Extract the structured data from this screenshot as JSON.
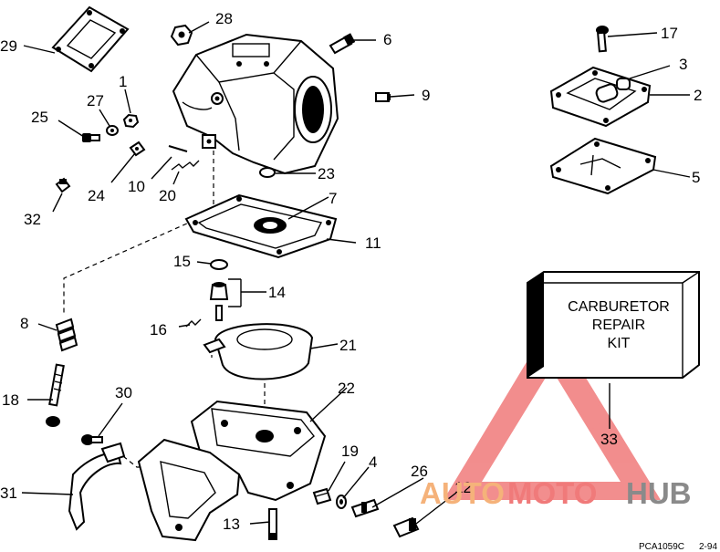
{
  "diagram": {
    "part_labels": {
      "p1": "1",
      "p2": "2",
      "p3": "3",
      "p4": "4",
      "p5": "5",
      "p6": "6",
      "p7": "7",
      "p8": "8",
      "p9": "9",
      "p10": "10",
      "p11": "11",
      "p12": "12",
      "p13": "13",
      "p14": "14",
      "p15": "15",
      "p16": "16",
      "p17": "17",
      "p18": "18",
      "p19": "19",
      "p20": "20",
      "p21": "21",
      "p22": "22",
      "p23": "23",
      "p24": "24",
      "p25": "25",
      "p26": "26",
      "p27": "27",
      "p28": "28",
      "p29": "29",
      "p30": "30",
      "p31": "31",
      "p32": "32",
      "p33": "33"
    },
    "kit_box": {
      "line1": "CARBURETOR",
      "line2": "REPAIR",
      "line3": "KIT"
    },
    "drawing_code": "PCA1059C",
    "drawing_date": "2-94"
  },
  "watermark": {
    "text_auto": "AUTO",
    "text_moto": "MOTO",
    "text_hub": "HUB",
    "color_red": "#f07a7a",
    "color_orange": "#f5b27a",
    "color_gray": "#8a8a8a"
  }
}
